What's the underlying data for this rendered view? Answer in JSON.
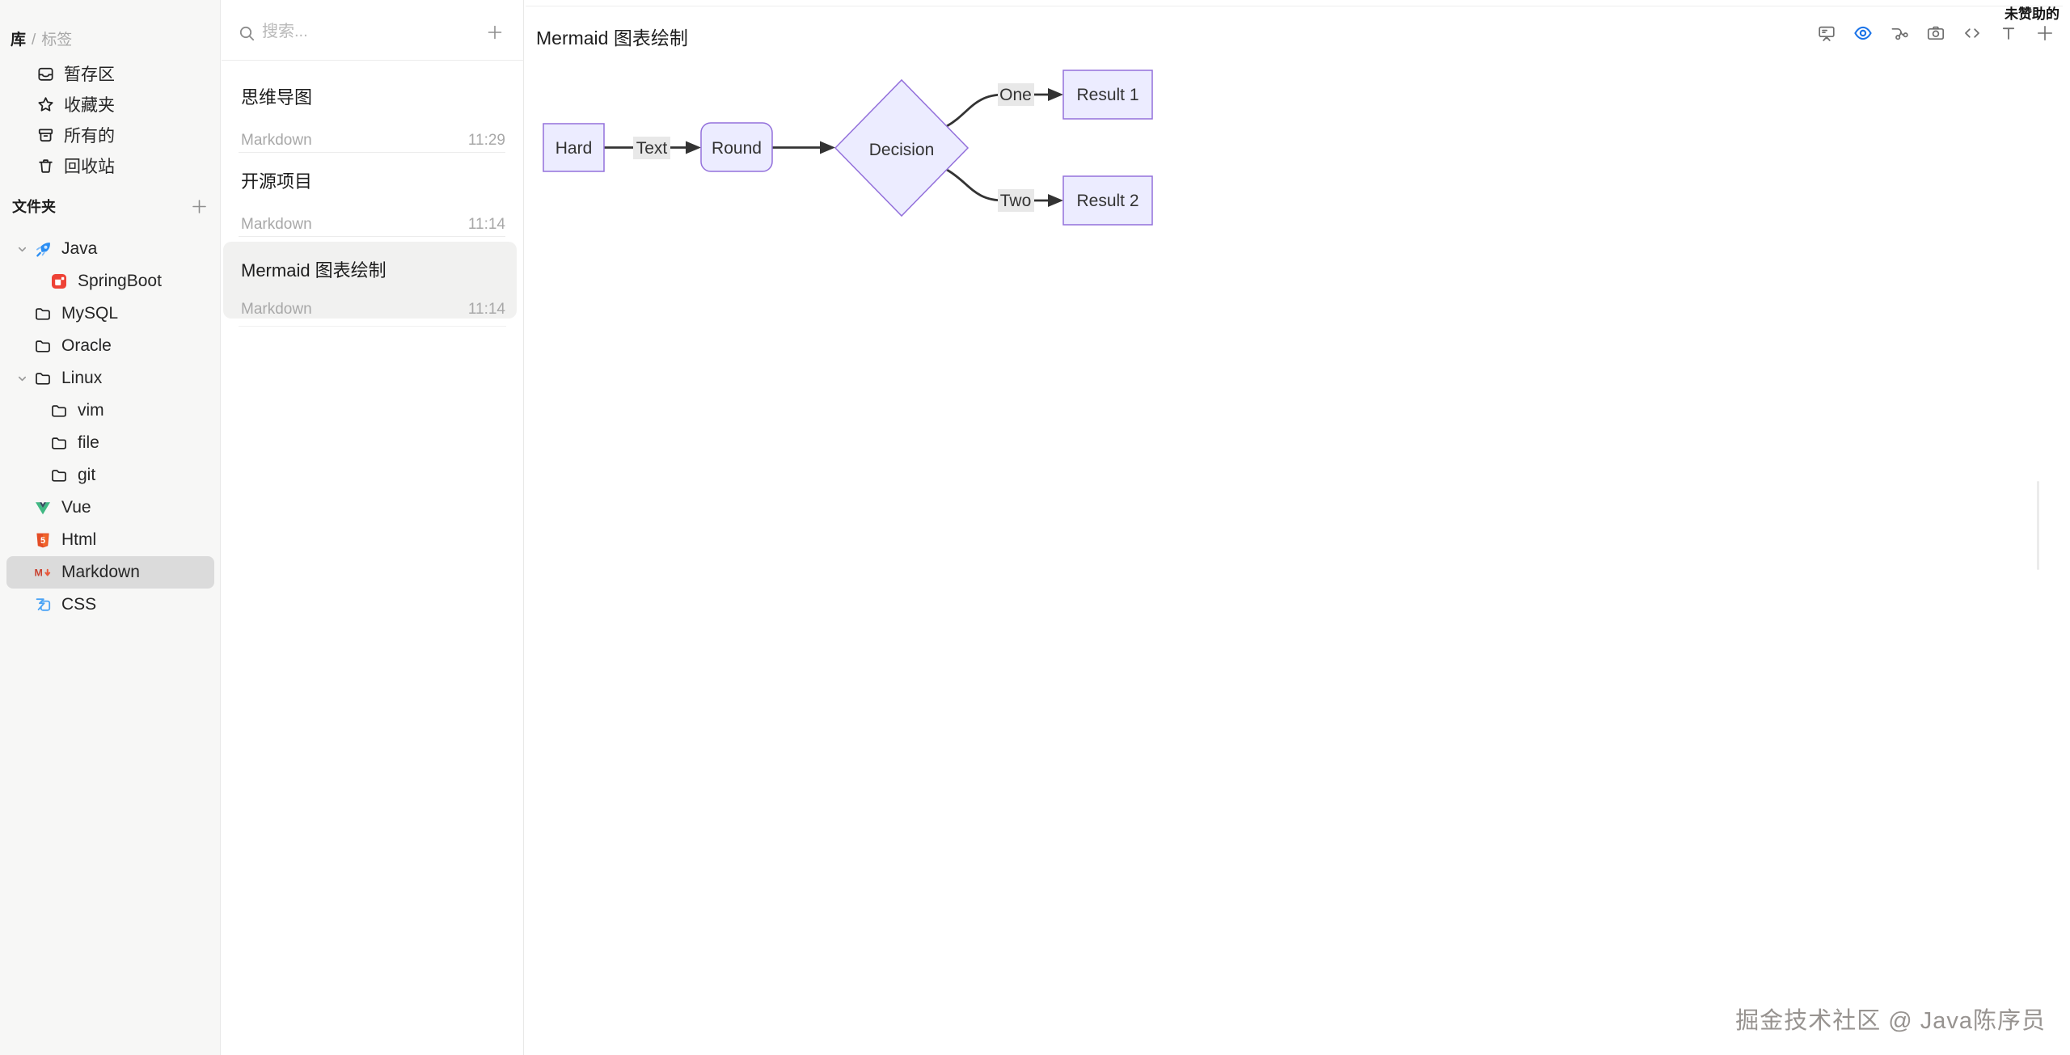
{
  "window": {
    "sponsor_label": "未赞助的",
    "watermark": "掘金技术社区 @ Java陈序员"
  },
  "sidebar": {
    "breadcrumb": {
      "library": "库",
      "separator": "/",
      "tags": "标签"
    },
    "collections": [
      {
        "icon": "inbox-icon",
        "label": "暂存区"
      },
      {
        "icon": "star-icon",
        "label": "收藏夹"
      },
      {
        "icon": "archive-icon",
        "label": "所有的"
      },
      {
        "icon": "trash-icon",
        "label": "回收站"
      }
    ],
    "folders": {
      "label": "文件夹",
      "add_icon": "plus-icon"
    },
    "tree": [
      {
        "icon": "java-icon",
        "label": "Java",
        "expanded": true
      },
      {
        "icon": "springboot-icon",
        "label": "SpringBoot",
        "child": true
      },
      {
        "icon": "folder-icon",
        "label": "MySQL"
      },
      {
        "icon": "folder-icon",
        "label": "Oracle"
      },
      {
        "icon": "folder-icon",
        "label": "Linux",
        "expanded": true
      },
      {
        "icon": "folder-icon",
        "label": "vim",
        "child": true
      },
      {
        "icon": "folder-icon",
        "label": "file",
        "child": true
      },
      {
        "icon": "folder-icon",
        "label": "git",
        "child": true
      },
      {
        "icon": "vue-icon",
        "label": "Vue"
      },
      {
        "icon": "html-icon",
        "label": "Html"
      },
      {
        "icon": "markdown-icon",
        "label": "Markdown",
        "selected": true
      },
      {
        "icon": "css-icon",
        "label": "CSS"
      }
    ]
  },
  "notes_panel": {
    "search_placeholder": "搜索...",
    "items": [
      {
        "title": "思维导图",
        "type": "Markdown",
        "time": "11:29",
        "selected": false
      },
      {
        "title": "开源项目",
        "type": "Markdown",
        "time": "11:14",
        "selected": false
      },
      {
        "title": "Mermaid 图表绘制",
        "type": "Markdown",
        "time": "11:14",
        "selected": true
      }
    ]
  },
  "editor": {
    "title": "Mermaid 图表绘制",
    "toolbar_icons": [
      "presentation-icon",
      "eye-icon",
      "git-branch-icon",
      "camera-icon",
      "code-icon",
      "text-icon",
      "plus-icon"
    ],
    "active_tool": "eye-icon"
  },
  "flowchart": {
    "type": "mermaid-flowchart-LR",
    "nodes": {
      "hard": "Hard",
      "round": "Round",
      "decision": "Decision",
      "result1": "Result 1",
      "result2": "Result 2"
    },
    "edge_labels": {
      "text": "Text",
      "one": "One",
      "two": "Two"
    },
    "colors": {
      "node_fill": "#ececff",
      "node_stroke": "#9370db",
      "edge": "#333333",
      "label_bg": "#e8e8e8"
    }
  }
}
